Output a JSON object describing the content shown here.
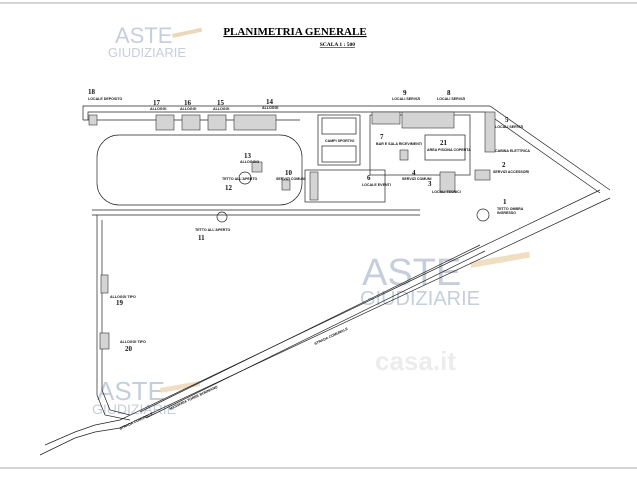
{
  "title": "PLANIMETRIA GENERALE",
  "scale": "SCALA 1 : 500",
  "watermarks": {
    "aste_line1": "ASTE",
    "aste_line2": "GIUDIZIARIE",
    "casa": "casa.it"
  },
  "labels": {
    "n1": "1",
    "l1": "TETTO OMBRA",
    "n2": "2",
    "l2": "SERVIZI ACCESSORI",
    "n3": "3",
    "l3": "LOCALI TECNICI",
    "n4": "4",
    "l4": "SERVIZI COMUNI",
    "n5": "5",
    "l5": "LOCALI SERVIZI",
    "n6": "6",
    "l6": "LOCALE EVENTI",
    "n7": "7",
    "l7": "BAR E SALA RICEVIMENTI",
    "n8": "8",
    "l8": "LOCALI SERVIZI",
    "n9": "9",
    "l9": "LOCALI SERVIZI",
    "n10": "10",
    "l10": "SERVIZI COMUNI",
    "n11": "11",
    "l11": "TETTO ALL'APERTO",
    "n12": "12",
    "l12": "TETTO ALL'APERTO",
    "n13": "13",
    "l13": "ALLOGGIO",
    "n14": "14",
    "l14": "ALLOGGI",
    "n15": "15",
    "l15": "ALLOGGI",
    "n16": "16",
    "l16": "ALLOGGI",
    "n17": "17",
    "l17": "ALLOGGI",
    "n18": "18",
    "l18": "LOCALE DEPOSITO",
    "n19": "19",
    "l19": "ALLOGGI TIPO",
    "n20": "20",
    "l20": "ALLOGGI TIPO",
    "n21": "21",
    "l21": "AREA PISCINA COPERTA",
    "campi": "CAMPI SPORTIVI",
    "ingresso": "INGRESSO",
    "cabina": "CABINA ELETTRICA",
    "road1": "STRADA COMUNALE",
    "road2": "MASSERIA TORRE BORNIANO",
    "road3": "STRADA COMUNALE"
  }
}
